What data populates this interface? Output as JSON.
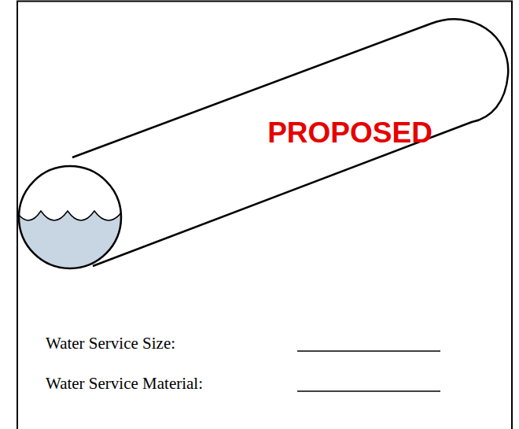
{
  "diagram": {
    "nodes": [
      {
        "text": [
          "PROPOSED"
        ]
      }
    ],
    "labels": [
      "Water Service Size:",
      "Water Service Material:"
    ]
  }
}
